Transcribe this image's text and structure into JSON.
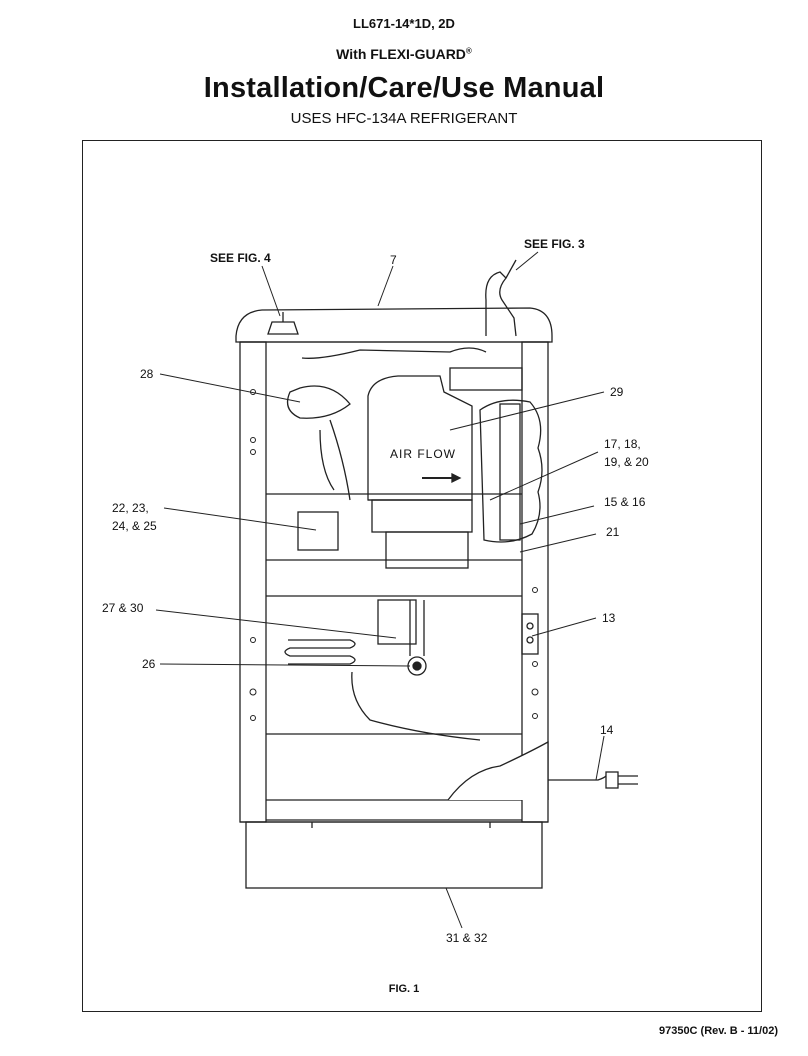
{
  "header": {
    "model": "LL671-14*1D, 2D",
    "subtitle": "With FLEXI-GUARD",
    "registered_mark": "®",
    "title": "Installation/Care/Use Manual",
    "refrigerant": "USES HFC-134A REFRIGERANT"
  },
  "figure": {
    "caption": "FIG. 1",
    "inner_label": "AIR FLOW",
    "callouts": {
      "see_fig4": "SEE FIG. 4",
      "see_fig3": "SEE FIG. 3",
      "c7": "7",
      "c28": "28",
      "c29": "29",
      "c17_line1": "17, 18,",
      "c17_line2": "19, & 20",
      "c22_line1": "22, 23,",
      "c22_line2": "24, & 25",
      "c15": "15 & 16",
      "c21": "21",
      "c27": "27 & 30",
      "c13": "13",
      "c26": "26",
      "c14": "14",
      "c31": "31 & 32"
    }
  },
  "footer": {
    "doc_number": "97350C (Rev. B - 11/02)"
  }
}
